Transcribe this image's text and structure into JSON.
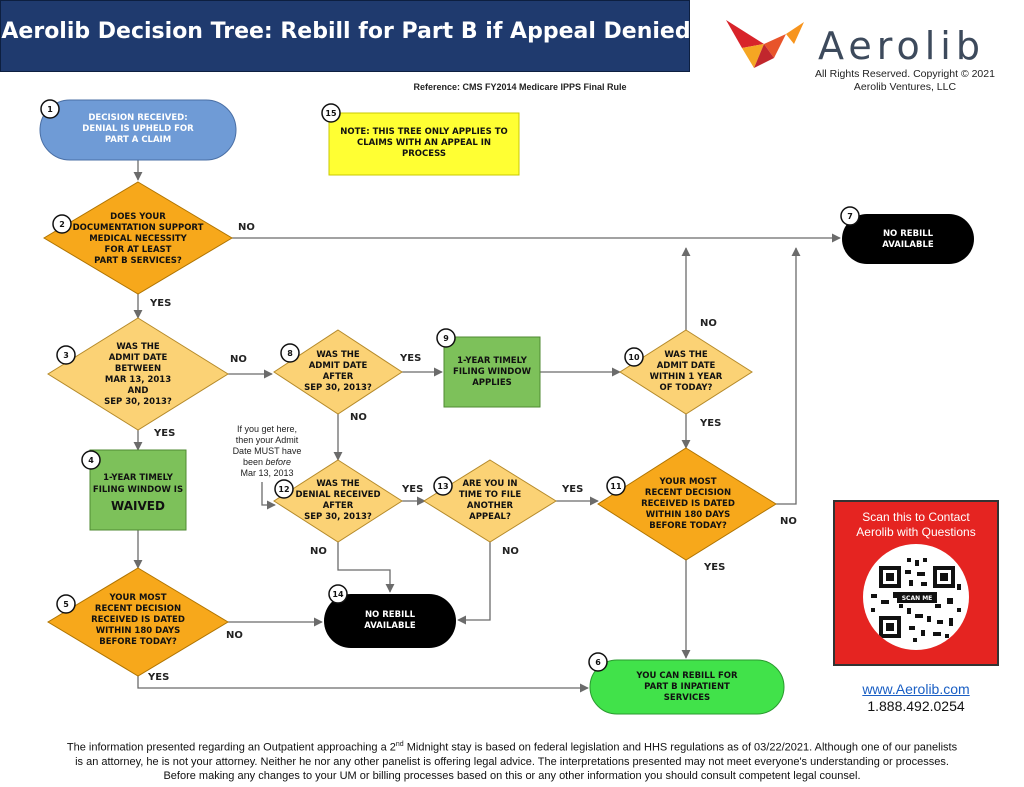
{
  "header": {
    "title": "Aerolib Decision Tree:  Rebill for Part B if Appeal Denied",
    "logo_text": "Aerolib",
    "copyright_line1": "All Rights Reserved. Copyright © 2021",
    "copyright_line2": "Aerolib Ventures, LLC",
    "reference": "Reference: CMS FY2014 Medicare IPPS Final Rule"
  },
  "nodes": {
    "n1": {
      "number": "1",
      "lines": [
        "DECISION RECEIVED:",
        "DENIAL IS UPHELD FOR",
        "PART A CLAIM"
      ]
    },
    "n2": {
      "number": "2",
      "lines": [
        "DOES YOUR",
        "DOCUMENTATION SUPPORT",
        "MEDICAL NECESSITY",
        "FOR AT LEAST",
        "PART B SERVICES?"
      ]
    },
    "n3": {
      "number": "3",
      "lines": [
        "WAS THE",
        "ADMIT DATE",
        "BETWEEN",
        "MAR 13, 2013",
        "AND",
        "SEP 30, 2013?"
      ]
    },
    "n4": {
      "number": "4",
      "lines": [
        "1-YEAR TIMELY",
        "FILING WINDOW IS"
      ],
      "emphasis": "WAIVED"
    },
    "n5": {
      "number": "5",
      "lines": [
        "YOUR MOST",
        "RECENT DECISION",
        "RECEIVED IS DATED",
        "WITHIN 180 DAYS",
        "BEFORE TODAY?"
      ]
    },
    "n6": {
      "number": "6",
      "lines": [
        "YOU CAN REBILL FOR",
        "PART B INPATIENT",
        "SERVICES"
      ]
    },
    "n7": {
      "number": "7",
      "lines": [
        "NO REBILL",
        "AVAILABLE"
      ]
    },
    "n8": {
      "number": "8",
      "lines": [
        "WAS THE",
        "ADMIT DATE",
        "AFTER",
        "SEP 30, 2013?"
      ]
    },
    "n9": {
      "number": "9",
      "lines": [
        "1-YEAR TIMELY",
        "FILING WINDOW",
        "APPLIES"
      ]
    },
    "n10": {
      "number": "10",
      "lines": [
        "WAS THE",
        "ADMIT DATE",
        "WITHIN 1 YEAR",
        "OF TODAY?"
      ]
    },
    "n11": {
      "number": "11",
      "lines": [
        "YOUR MOST",
        "RECENT DECISION",
        "RECEIVED IS DATED",
        "WITHIN 180 DAYS",
        "BEFORE TODAY?"
      ]
    },
    "n12": {
      "number": "12",
      "lines": [
        "WAS THE",
        "DENIAL RECEIVED",
        "AFTER",
        "SEP 30, 2013?"
      ]
    },
    "n13": {
      "number": "13",
      "lines": [
        "ARE YOU IN",
        "TIME TO FILE",
        "ANOTHER",
        "APPEAL?"
      ]
    },
    "n14": {
      "number": "14",
      "lines": [
        "NO REBILL",
        "AVAILABLE"
      ]
    },
    "n15": {
      "number": "15",
      "lines": [
        "NOTE: THIS TREE ONLY APPLIES TO",
        "CLAIMS WITH AN APPEAL IN",
        "PROCESS"
      ]
    }
  },
  "edge_labels": {
    "e2_no": "NO",
    "e2_yes": "YES",
    "e3_no": "NO",
    "e3_yes": "YES",
    "e5_no": "NO",
    "e5_yes": "YES",
    "e8_yes": "YES",
    "e8_no": "NO",
    "e10_no": "NO",
    "e10_yes": "YES",
    "e11_no": "NO",
    "e11_yes": "YES",
    "e12_yes": "YES",
    "e12_no": "NO",
    "e13_yes": "YES",
    "e13_no": "NO"
  },
  "side_note": {
    "line1": "If you get here,",
    "line2": "then your Admit",
    "line3": "Date MUST have",
    "line4_pre": "been ",
    "line4_em": "before",
    "line5": "Mar 13, 2013"
  },
  "qr": {
    "caption_line1": "Scan this to Contact",
    "caption_line2": "Aerolib with Questions",
    "scan_label": "SCAN ME"
  },
  "contact": {
    "website": "www.Aerolib.com",
    "phone": "1.888.492.0254"
  },
  "footer": {
    "p1_pre": "The information presented regarding an Outpatient approaching a 2",
    "p1_sup": "nd",
    "p1_post": " Midnight stay is based on federal legislation and HHS regulations as of 03/22/2021. Although one of our panelists",
    "line2": "is an attorney, he is not your attorney. Neither he nor any other panelist is offering legal advice. The interpretations presented may not meet everyone's understanding or processes.",
    "line3": "Before making any changes to your UM or billing processes based on this or any other information you should consult competent legal counsel."
  },
  "colors": {
    "title_bg": "#1f3a6e",
    "start_blue": "#6f9bd6",
    "decision_dark": "#f7a81b",
    "decision_light": "#fbd275",
    "action_green": "#7dc15a",
    "end_green": "#41e24a",
    "terminal_black": "#000000",
    "note_yellow": "#ffff33",
    "qr_red": "#e52421"
  }
}
